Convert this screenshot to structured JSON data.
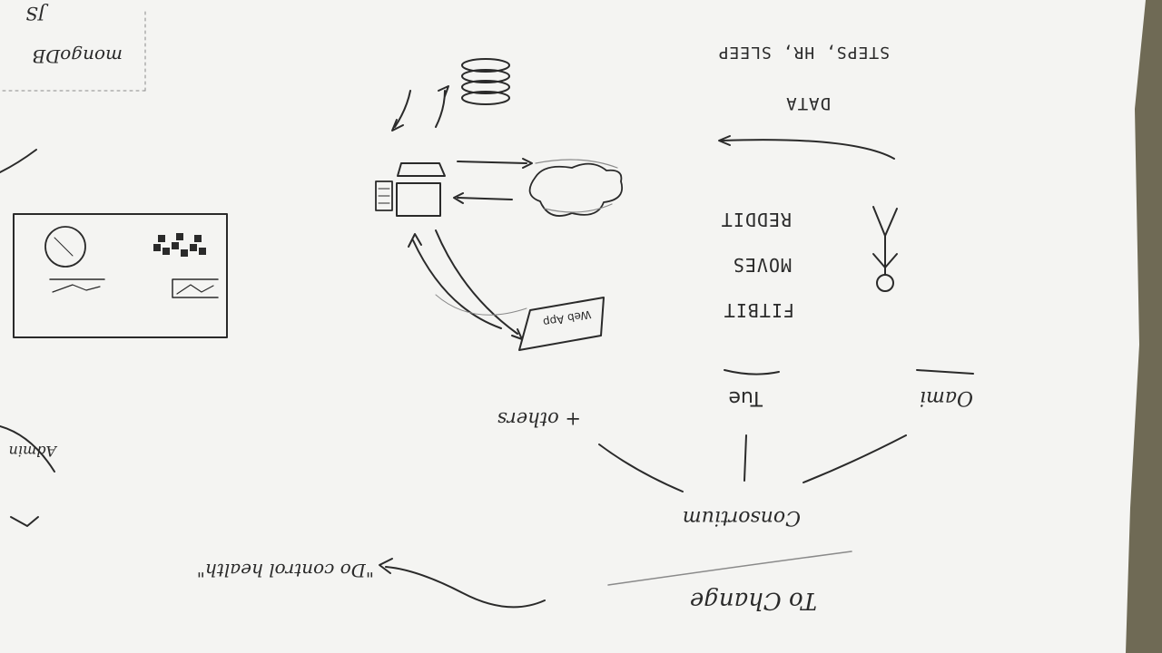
{
  "photo": {
    "paper_color": "#f4f4f2",
    "background_color": "#6f6a55",
    "ink_color": "#2a2a2a"
  },
  "sketch": {
    "labels": {
      "data": "DATA",
      "data_types": "STEPS, HR, SLEEP",
      "fitbit": "FITBIT",
      "moves": "MOVES",
      "reddit": "REDDIT",
      "tue": "Tue",
      "oami": "Oami",
      "others": "+ others",
      "consortium": "Consortium",
      "quote": "\"Do control health\"",
      "to_change": "To Change",
      "web_app": "Web App",
      "mongo": "mongoDB",
      "js": "JS",
      "admin": "Admin"
    },
    "icons": [
      "database-icon",
      "cloud-icon",
      "laptop-icon",
      "phone-icon",
      "tablet-icon",
      "person-icon",
      "dashboard-sketch"
    ]
  }
}
